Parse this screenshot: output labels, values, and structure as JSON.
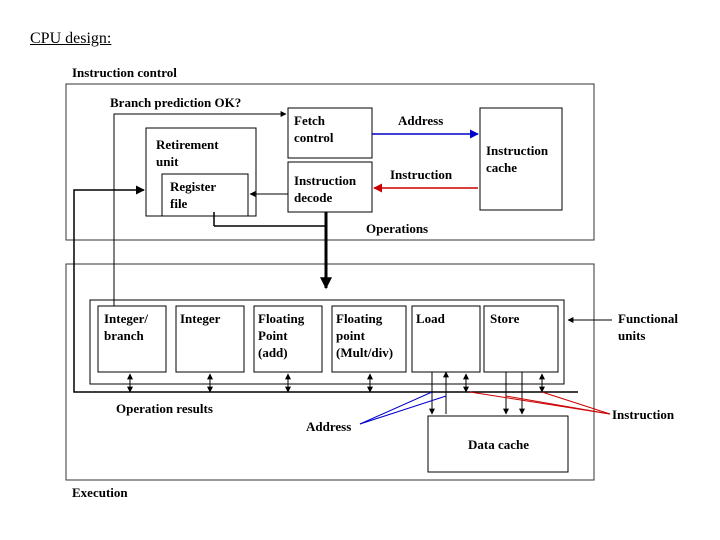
{
  "title": "CPU design:",
  "sections": {
    "instruction_control": "Instruction control",
    "execution": "Execution"
  },
  "labels": {
    "branch_prediction": "Branch prediction OK?",
    "retirement_unit": "Retirement\nunit",
    "register_file": "Register\nfile",
    "fetch_control": "Fetch\ncontrol",
    "instruction_decode": "Instruction\ndecode",
    "address_top": "Address",
    "instruction_top": "Instruction",
    "instruction_cache": "Instruction\ncache",
    "operations": "Operations",
    "operation_results": "Operation results",
    "functional_units": "Functional\nunits",
    "instruction_bottom": "Instruction",
    "address_bottom": "Address",
    "data_cache": "Data cache"
  },
  "units": [
    "Integer/\nbranch",
    "Integer",
    "Floating\nPoint\n(add)",
    "Floating\npoint\n(Mult/div)",
    "Load",
    "Store"
  ],
  "colors": {
    "address_arrow": "#0000cc",
    "instruction_arrow": "#cc0000",
    "wire": "#000000"
  }
}
